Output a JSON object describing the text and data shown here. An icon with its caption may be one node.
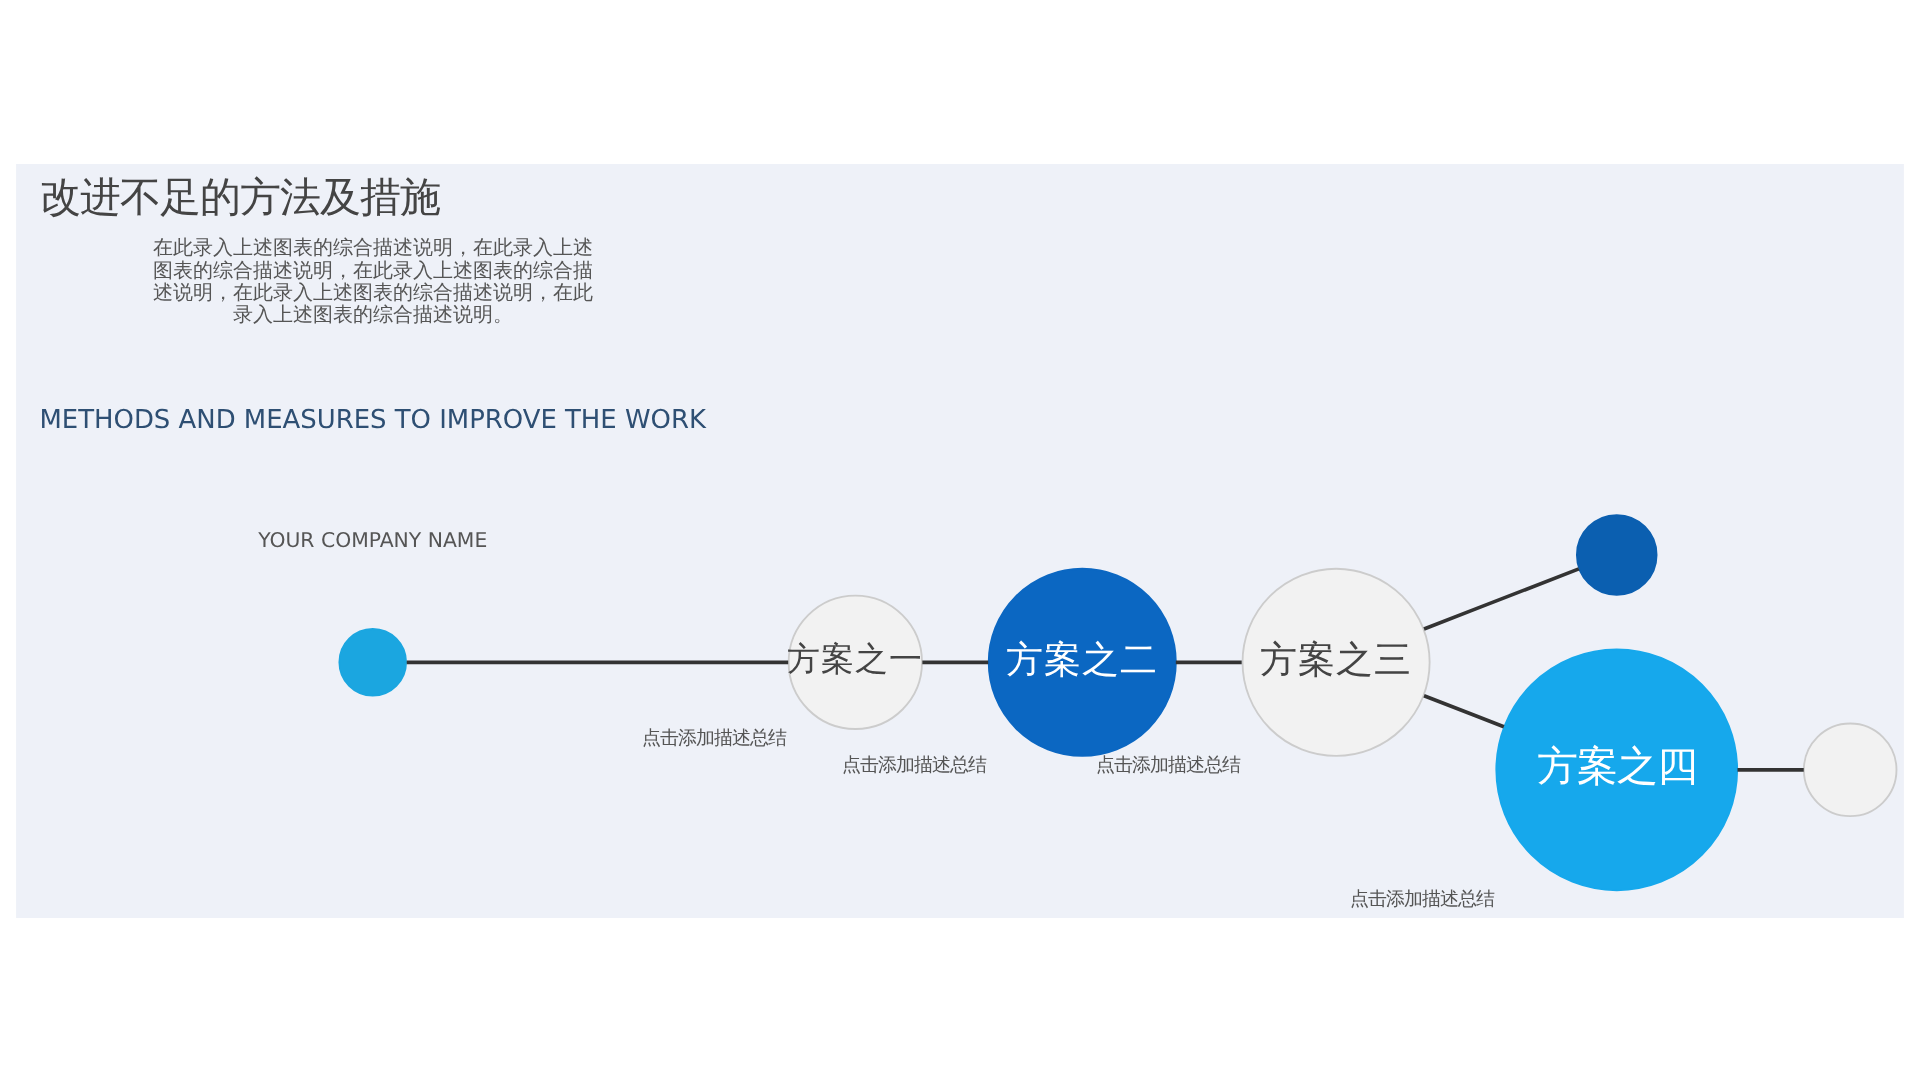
{
  "diagram": {
    "title": "改进不足的方法及措施",
    "nodes": [
      {
        "text": [],
        "shape": "circle"
      },
      {
        "text": [
          "方案之一"
        ],
        "beside": [
          "点击添加描述总结"
        ]
      },
      {
        "text": [
          "方案之二"
        ],
        "beside": [
          "点击添加描述总结"
        ]
      },
      {
        "text": [
          "方案之三"
        ],
        "beside": [
          "点击添加描述总结"
        ]
      },
      {
        "text": [],
        "shape": "circle"
      },
      {
        "text": [
          "方案之四"
        ],
        "beside": [
          "点击添加描述总结"
        ]
      },
      {
        "text": [],
        "shape": "circle"
      }
    ],
    "edges": [
      {
        "from": 0,
        "to": 1,
        "arrow": "none"
      },
      {
        "from": 1,
        "to": 2,
        "arrow": "none"
      },
      {
        "from": 2,
        "to": 3,
        "arrow": "none"
      },
      {
        "from": 3,
        "to": 4,
        "arrow": "none"
      },
      {
        "from": 3,
        "to": 5,
        "arrow": "none"
      },
      {
        "from": 5,
        "to": 6,
        "arrow": "none"
      }
    ],
    "labels": [
      "YOUR COMPANY NAME",
      "METHODS AND MEASURES TO IMPROVE THE WORK",
      "在此录入上述图表的综合描述说明，在此录入上述图表的综合描述说明，在此录入上述图表的综合描述说明，在此录入上述图表的综合描述说明，在此录入上述图表的综合描述说明。"
    ]
  }
}
